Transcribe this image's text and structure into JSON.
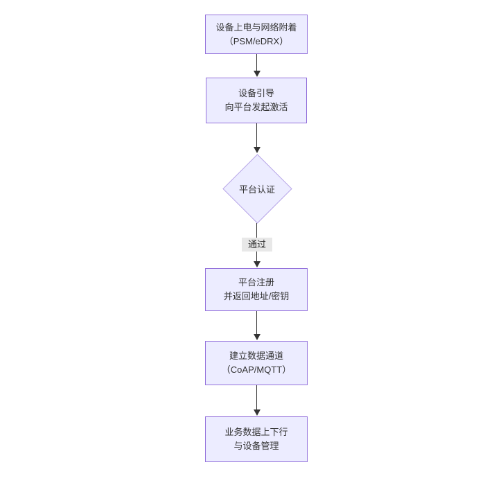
{
  "diagram": {
    "type": "flowchart",
    "direction": "top-down",
    "nodes": [
      {
        "id": "power-attach",
        "shape": "rect",
        "lines": [
          "设备上电与网络附着",
          "（PSM/eDRX）"
        ]
      },
      {
        "id": "bootstrap",
        "shape": "rect",
        "lines": [
          "设备引导",
          "向平台发起激活"
        ]
      },
      {
        "id": "auth",
        "shape": "diamond",
        "lines": [
          "平台认证"
        ]
      },
      {
        "id": "register",
        "shape": "rect",
        "lines": [
          "平台注册",
          "并返回地址/密钥"
        ]
      },
      {
        "id": "data-channel",
        "shape": "rect",
        "lines": [
          "建立数据通道",
          "（CoAP/MQTT）"
        ]
      },
      {
        "id": "business-data",
        "shape": "rect",
        "lines": [
          "业务数据上下行",
          "与设备管理"
        ]
      }
    ],
    "edges": [
      {
        "from": "power-attach",
        "to": "bootstrap",
        "label": ""
      },
      {
        "from": "bootstrap",
        "to": "auth",
        "label": ""
      },
      {
        "from": "auth",
        "to": "register",
        "label": "通过"
      },
      {
        "from": "register",
        "to": "data-channel",
        "label": ""
      },
      {
        "from": "data-channel",
        "to": "business-data",
        "label": ""
      }
    ],
    "colors": {
      "node_fill": "#ECECFF",
      "node_border": "#9370DB",
      "text": "#333333",
      "arrow": "#333333",
      "edge_label_bg": "#e8e8e8"
    }
  }
}
